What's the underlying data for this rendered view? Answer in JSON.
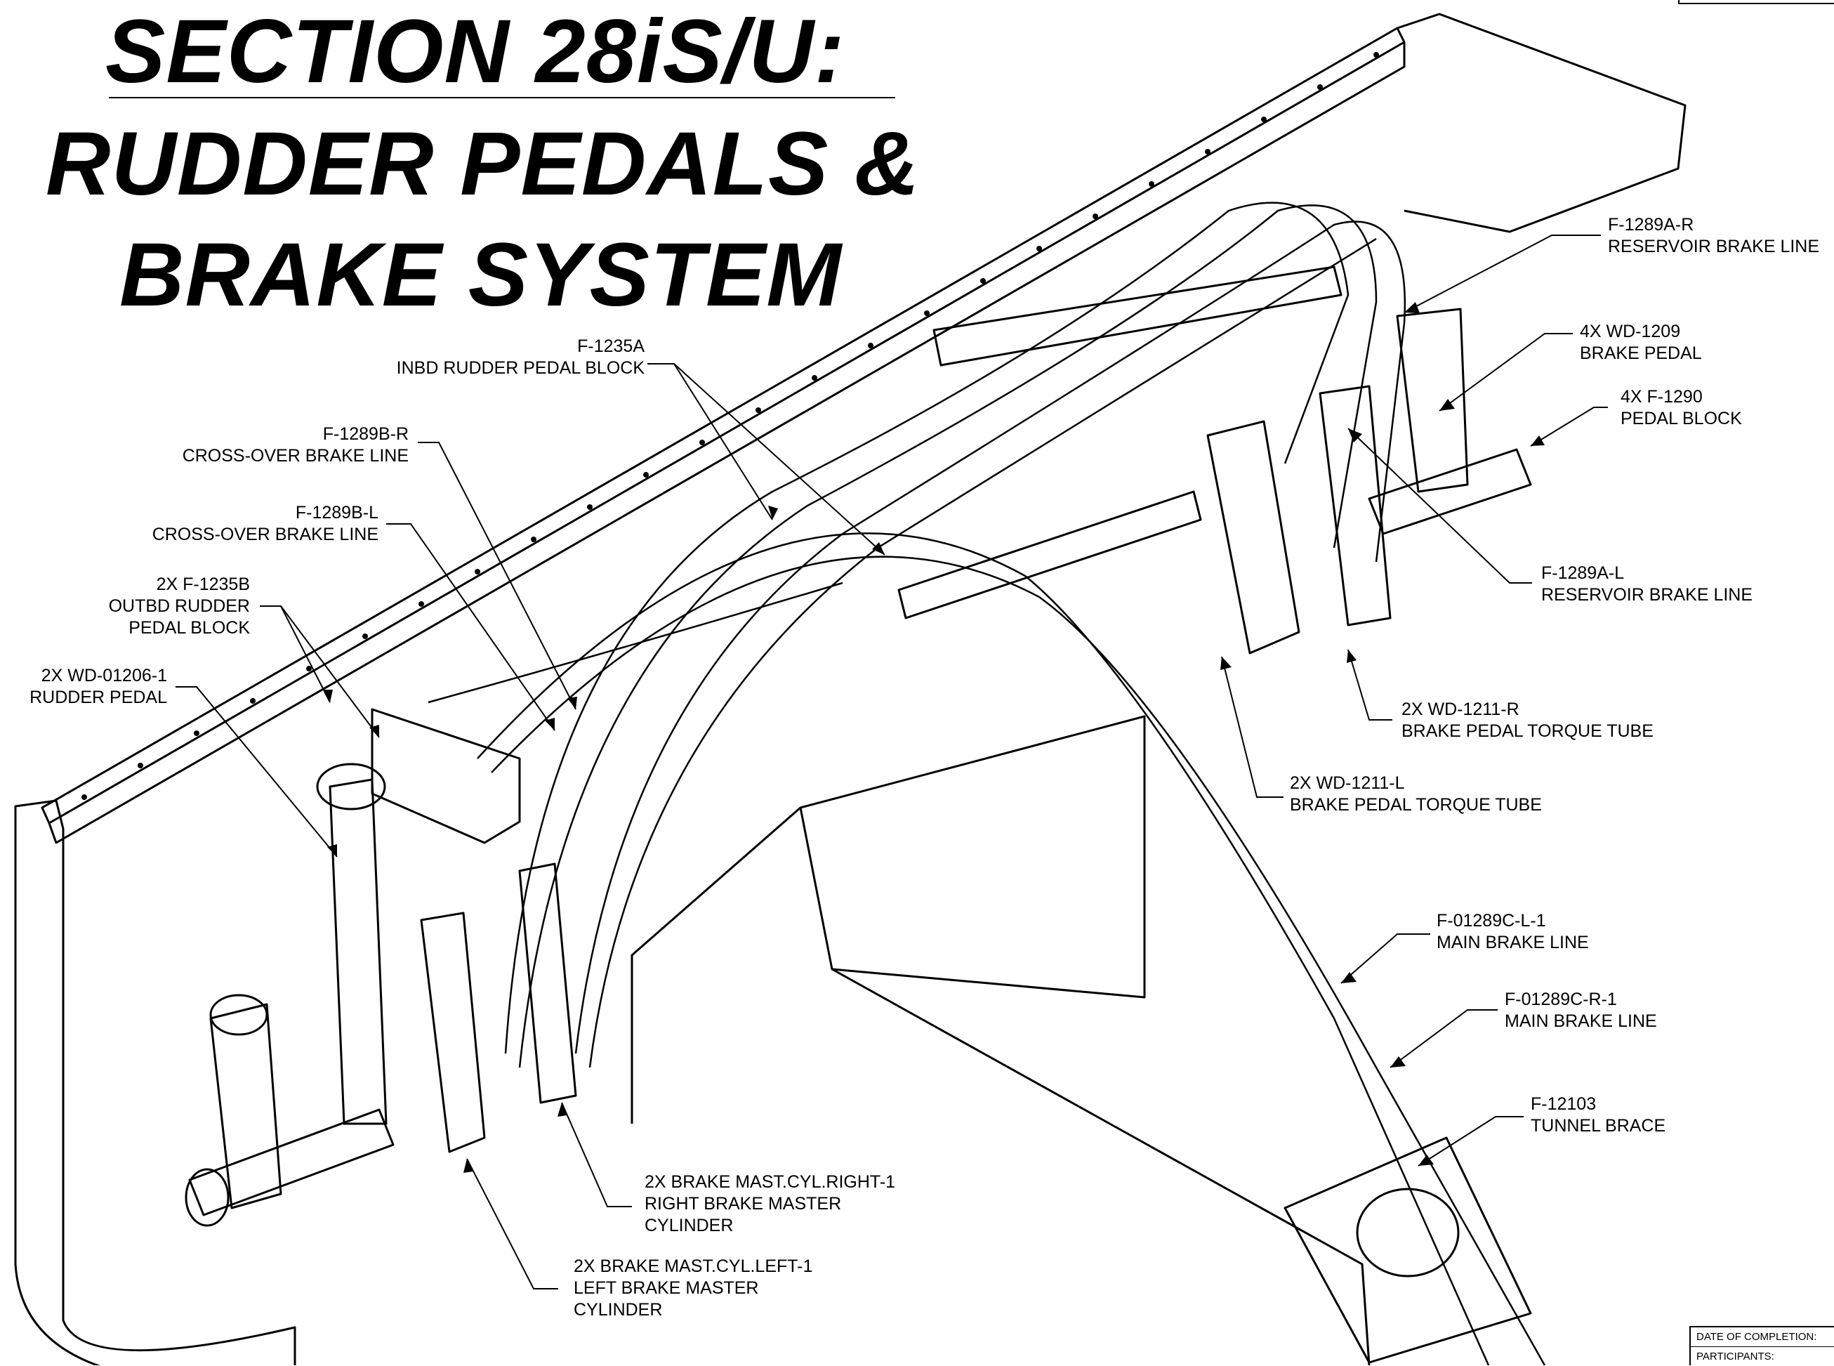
{
  "title": {
    "line1": "SECTION 28iS/U:",
    "line2": "RUDDER PEDALS &",
    "line3": "BRAKE SYSTEM"
  },
  "callouts": [
    {
      "id": "f1289a-r",
      "lines": [
        "F-1289A-R",
        "RESERVOIR BRAKE LINE"
      ]
    },
    {
      "id": "wd1209",
      "lines": [
        "4X WD-1209",
        "BRAKE PEDAL"
      ]
    },
    {
      "id": "f1290",
      "lines": [
        "4X F-1290",
        "PEDAL BLOCK"
      ]
    },
    {
      "id": "f1289a-l",
      "lines": [
        "F-1289A-L",
        "RESERVOIR BRAKE LINE"
      ]
    },
    {
      "id": "wd1211-r",
      "lines": [
        "2X WD-1211-R",
        "BRAKE PEDAL TORQUE TUBE"
      ]
    },
    {
      "id": "wd1211-l",
      "lines": [
        "2X WD-1211-L",
        "BRAKE PEDAL TORQUE TUBE"
      ]
    },
    {
      "id": "f01289c-l",
      "lines": [
        "F-01289C-L-1",
        "MAIN BRAKE LINE"
      ]
    },
    {
      "id": "f01289c-r",
      "lines": [
        "F-01289C-R-1",
        "MAIN BRAKE LINE"
      ]
    },
    {
      "id": "f12103",
      "lines": [
        "F-12103",
        "TUNNEL BRACE"
      ]
    },
    {
      "id": "f1235a",
      "lines": [
        "F-1235A",
        "INBD RUDDER PEDAL BLOCK"
      ]
    },
    {
      "id": "f1289b-r",
      "lines": [
        "F-1289B-R",
        "CROSS-OVER BRAKE LINE"
      ]
    },
    {
      "id": "f1289b-l",
      "lines": [
        "F-1289B-L",
        "CROSS-OVER BRAKE LINE"
      ]
    },
    {
      "id": "f1235b",
      "lines": [
        "2X F-1235B",
        "OUTBD RUDDER",
        "PEDAL BLOCK"
      ]
    },
    {
      "id": "wd01206",
      "lines": [
        "2X WD-01206-1",
        "RUDDER PEDAL"
      ]
    },
    {
      "id": "mastcyl-right",
      "lines": [
        "2X BRAKE MAST.CYL.RIGHT-1",
        "RIGHT BRAKE MASTER",
        "CYLINDER"
      ]
    },
    {
      "id": "mastcyl-left",
      "lines": [
        "2X BRAKE MAST.CYL.LEFT-1",
        "LEFT BRAKE MASTER",
        "CYLINDER"
      ]
    }
  ],
  "signoff": {
    "date_label": "DATE OF COMPLETION:",
    "participants_label": "PARTICIPANTS:"
  }
}
